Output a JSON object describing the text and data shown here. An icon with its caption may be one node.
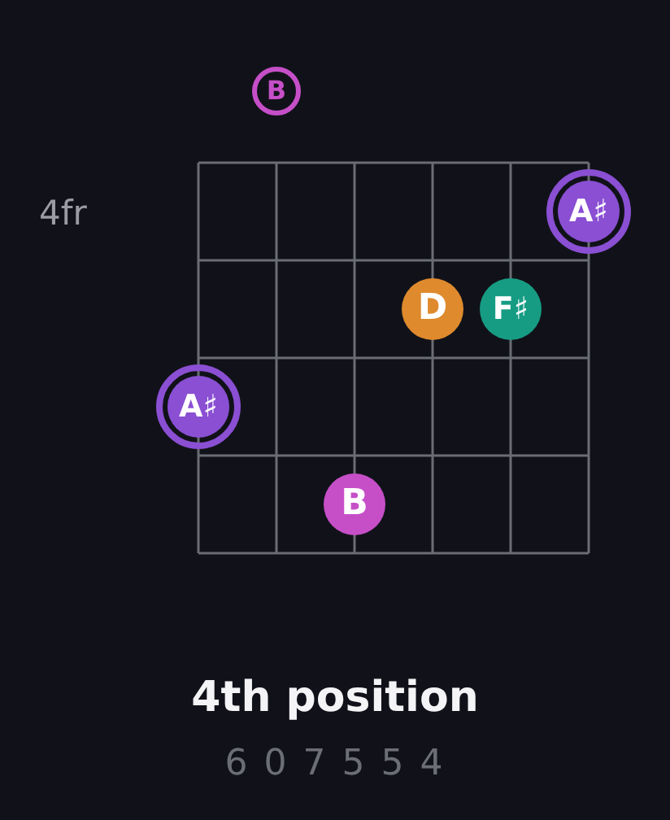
{
  "diagram": {
    "title": "4th position",
    "nodes": [
      {
        "text": [
          "B"
        ]
      },
      {
        "text": [
          "A♯"
        ]
      },
      {
        "text": [
          "D"
        ]
      },
      {
        "text": [
          "F♯"
        ]
      },
      {
        "text": [
          "A♯"
        ]
      },
      {
        "text": [
          "B"
        ]
      }
    ],
    "labels": [
      "4fr",
      "6 0 7 5 5 4"
    ]
  }
}
